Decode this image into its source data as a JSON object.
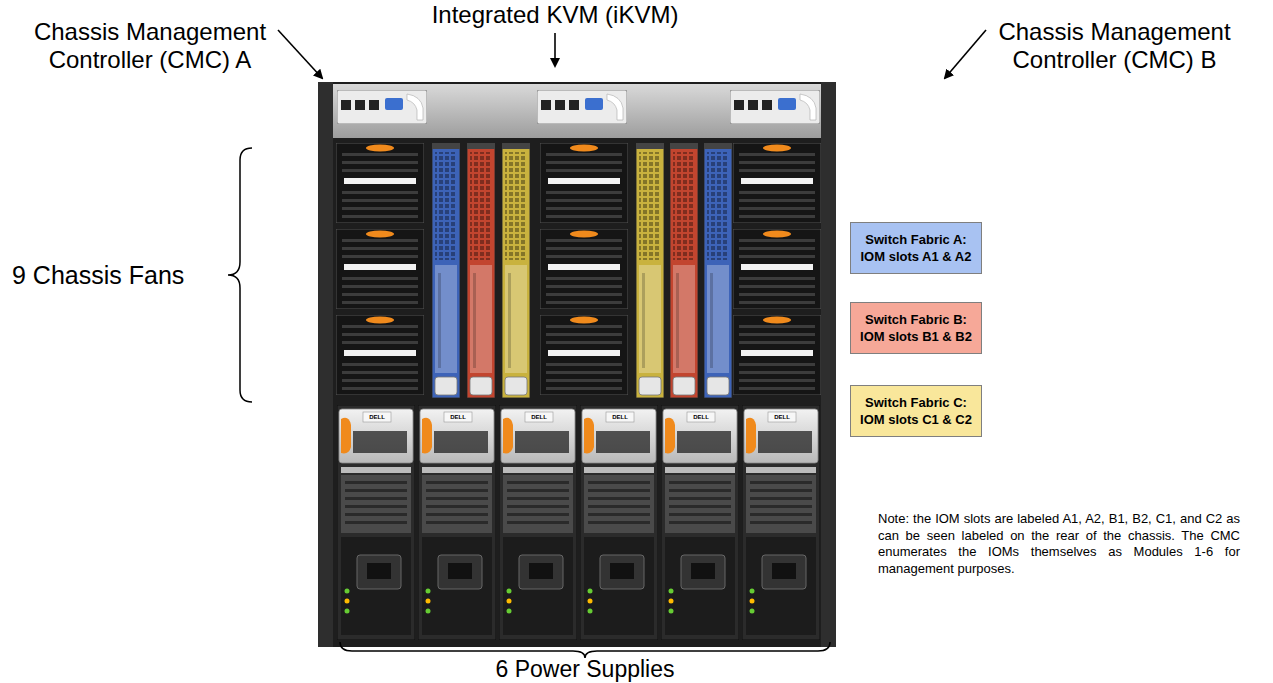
{
  "diagram": {
    "labels": [
      "Chassis Management Controller (CMC) A",
      "Integrated KVM (iKVM)",
      "Chassis Management Controller (CMC) B",
      "9 Chassis Fans",
      "DELL",
      "DELL",
      "DELL",
      "DELL",
      "DELL",
      "DELL",
      "6 Power Supplies",
      "Note: the IOM slots are labeled A1, A2, B1, B2, C1, and C2 as can be seen labeled on the rear of the chassis. The CMC enumerates the IOMs themselves as Modules 1-6 for management purposes."
    ],
    "legend": [
      {
        "text": "Switch Fabric A: IOM slots A1 & A2",
        "color": "#a8c2f2"
      },
      {
        "text": "Switch Fabric B: IOM slots B1 & B2",
        "color": "#f6a898"
      },
      {
        "text": "Switch Fabric C: IOM slots C1 & C2",
        "color": "#f9e79b"
      }
    ]
  }
}
